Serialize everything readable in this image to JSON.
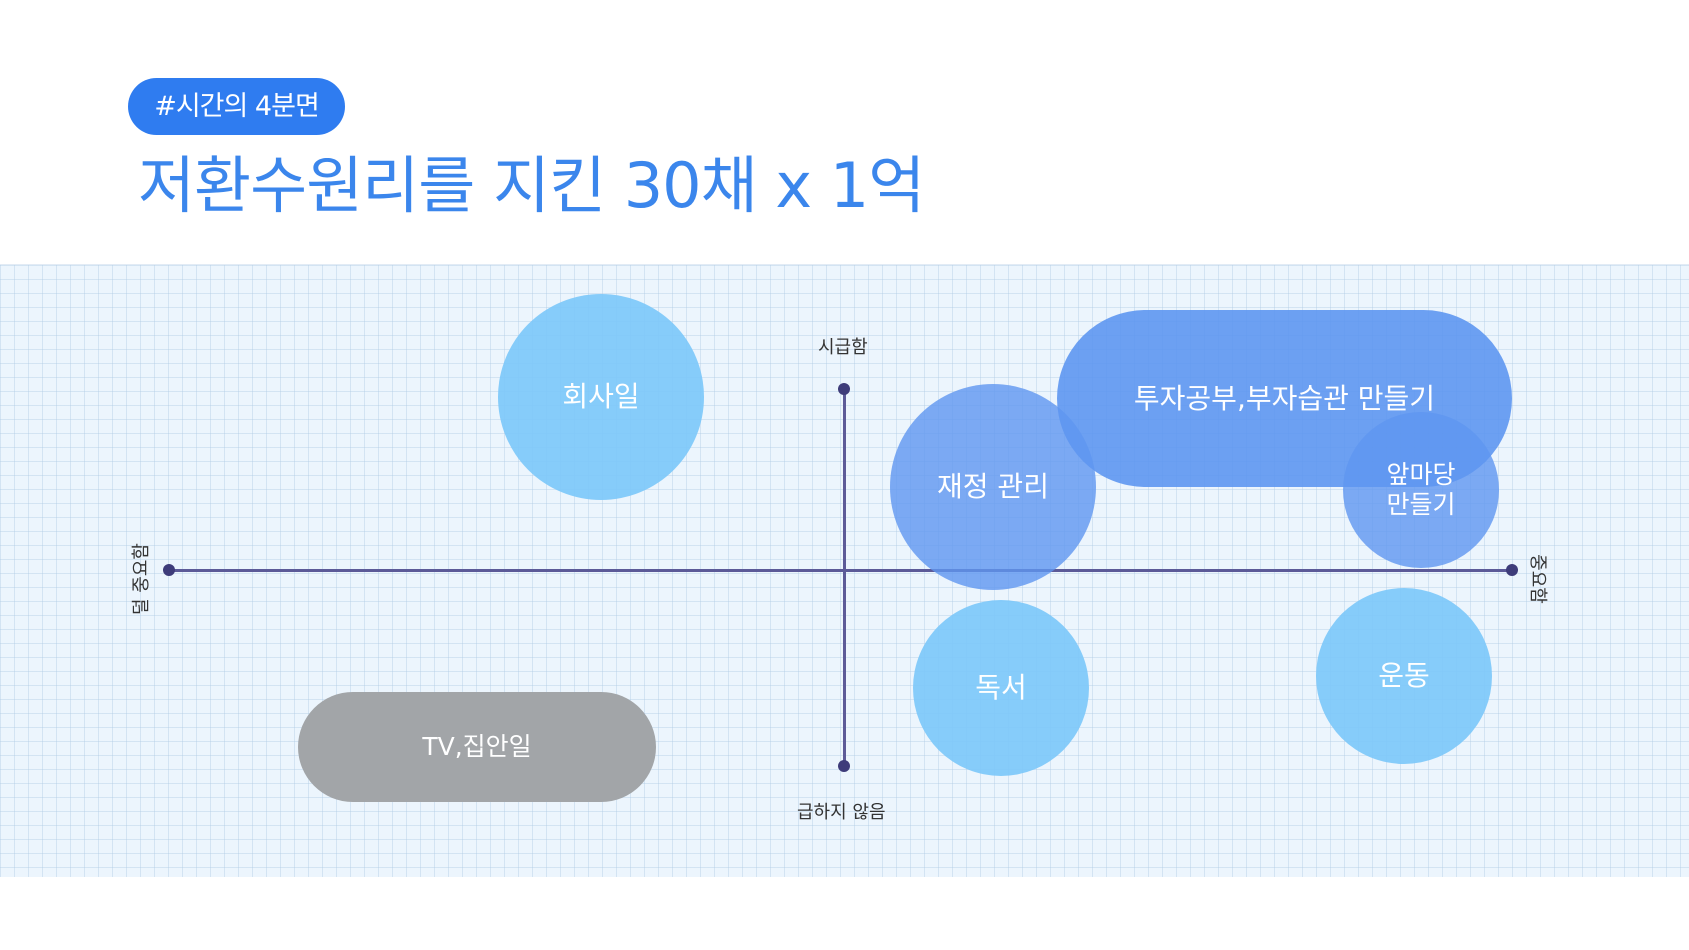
{
  "header": {
    "tag": "#시간의 4분면",
    "title": "저환수원리를 지킨 30채 x 1억"
  },
  "axes": {
    "top": "시급함",
    "bottom": "급하지 않음",
    "left": "덜 중요함",
    "right": "중요함"
  },
  "items": {
    "company_work": "회사일",
    "finance": "재정 관리",
    "invest_study": "투자공부,부자습관 만들기",
    "front_yard_1": "앞마당",
    "front_yard_2": "만들기",
    "reading": "독서",
    "exercise": "운동",
    "tv_house": "TV,집안일"
  },
  "colors": {
    "accent": "#2f7cf0",
    "title": "#3b86ec",
    "bubble_light": "#7dc8fa",
    "bubble_blue": "#5a94f0",
    "bubble_gray": "#a2a5a8",
    "axis": "#5c5a98"
  }
}
